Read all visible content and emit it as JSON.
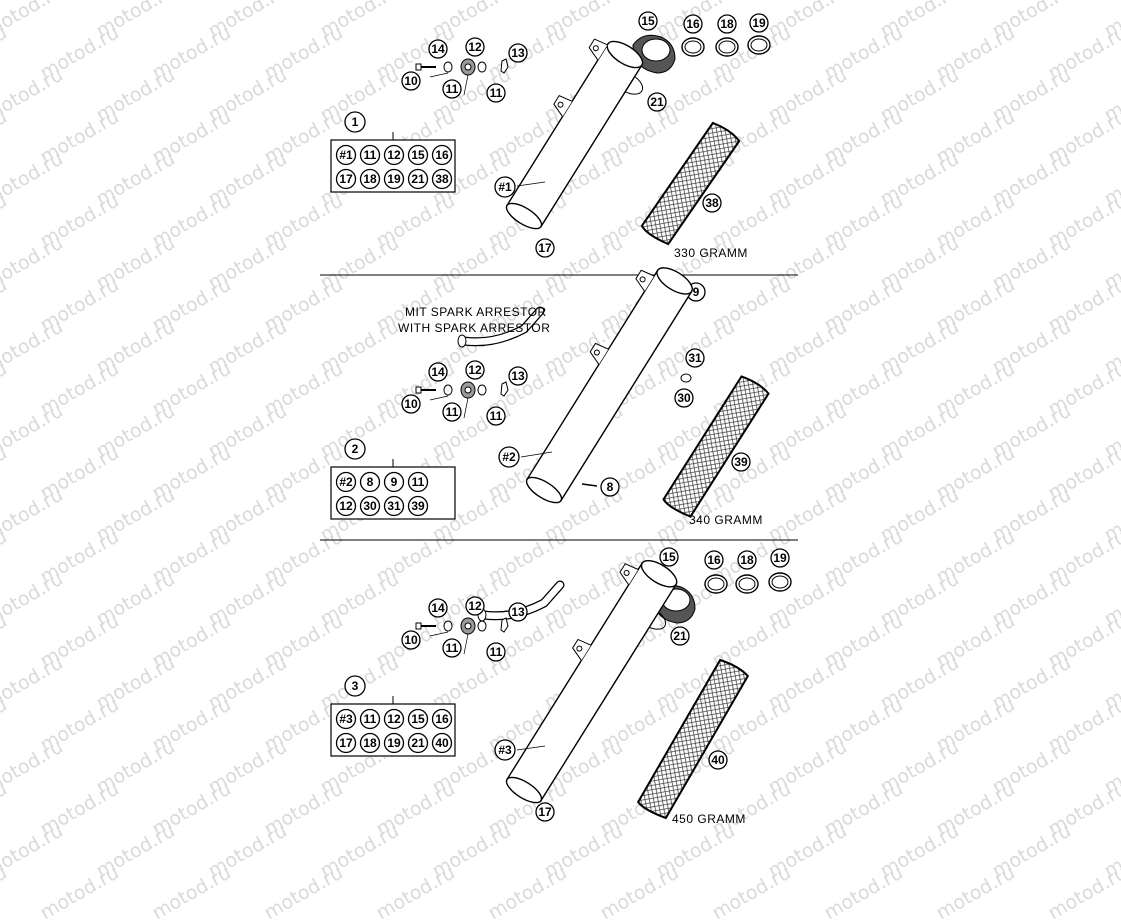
{
  "watermark": "motod.ru",
  "sections": [
    {
      "id": "s1",
      "set_number": "1",
      "set_contents": [
        "#1",
        "11",
        "12",
        "15",
        "16",
        "17",
        "18",
        "19",
        "21",
        "38"
      ],
      "body_label": "#1",
      "weight_label": "330 GRAMM",
      "spark_title": [],
      "callouts": [
        "15",
        "16",
        "18",
        "19",
        "14",
        "12",
        "13",
        "10",
        "11",
        "11",
        "21",
        "17",
        "38"
      ]
    },
    {
      "id": "s2",
      "set_number": "2",
      "set_contents": [
        "#2",
        "8",
        "9",
        "11",
        "12",
        "30",
        "31",
        "39"
      ],
      "body_label": "#2",
      "weight_label": "340 GRAMM",
      "spark_title": [
        "MIT SPARK ARRESTOR",
        "WITH SPARK ARRESTOR"
      ],
      "callouts": [
        "9",
        "14",
        "12",
        "13",
        "31",
        "10",
        "11",
        "11",
        "30",
        "8",
        "39"
      ]
    },
    {
      "id": "s3",
      "set_number": "3",
      "set_contents": [
        "#3",
        "11",
        "12",
        "15",
        "16",
        "17",
        "18",
        "19",
        "21",
        "40"
      ],
      "body_label": "#3",
      "weight_label": "450 GRAMM",
      "spark_title": [],
      "callouts": [
        "15",
        "16",
        "18",
        "19",
        "14",
        "12",
        "13",
        "10",
        "11",
        "11",
        "21",
        "17",
        "40"
      ]
    }
  ]
}
